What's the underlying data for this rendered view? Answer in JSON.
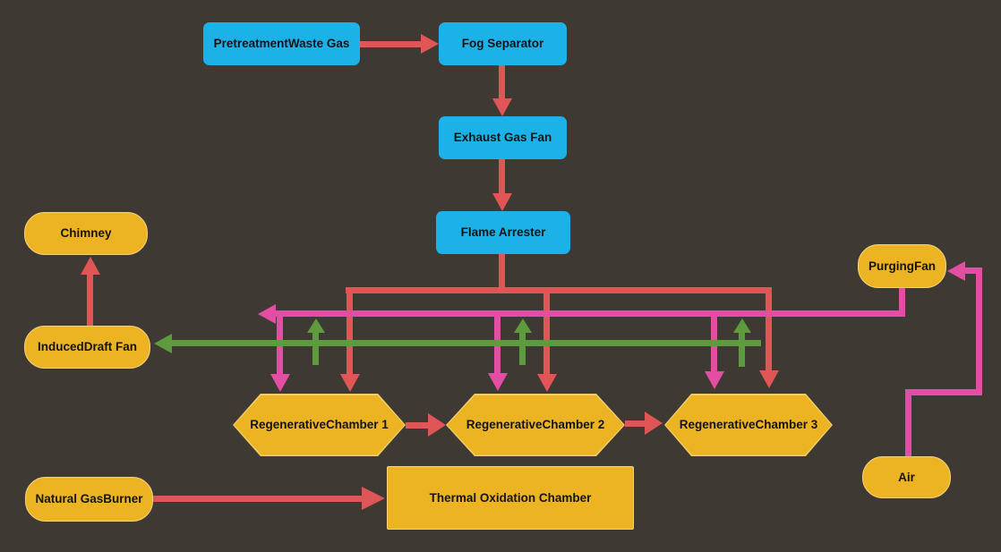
{
  "diagram": {
    "type": "process-flow",
    "colors": {
      "background": "#3e3a33",
      "process_node_fill": "#1cb2e8",
      "equipment_node_fill": "#ecb323",
      "equipment_node_border": "#f3d27b",
      "node_text": "#141414",
      "hot_gas_line": "#e05656",
      "purge_air_line": "#e44da4",
      "return_air_line": "#5e9a3e"
    },
    "nodes": {
      "pretreatment": {
        "label": "PretreatmentWaste Gas",
        "shape": "rect",
        "fill": "#1cb2e8"
      },
      "fog_separator": {
        "label": "Fog Separator",
        "shape": "rect",
        "fill": "#1cb2e8"
      },
      "exhaust_gas_fan": {
        "label": "Exhaust Gas Fan",
        "shape": "rect",
        "fill": "#1cb2e8"
      },
      "flame_arrester": {
        "label": "Flame Arrester",
        "shape": "rect",
        "fill": "#1cb2e8"
      },
      "chimney": {
        "label": "Chimney",
        "shape": "rounded",
        "fill": "#ecb323"
      },
      "induced_draft_fan": {
        "label": "InducedDraft Fan",
        "shape": "rounded",
        "fill": "#ecb323"
      },
      "purging_fan": {
        "label": "PurgingFan",
        "shape": "rounded",
        "fill": "#ecb323"
      },
      "air": {
        "label": "Air",
        "shape": "rounded",
        "fill": "#ecb323"
      },
      "natural_gas_burner": {
        "label": "Natural GasBurner",
        "shape": "rounded",
        "fill": "#ecb323"
      },
      "regen_chamber_1": {
        "label": "RegenerativeChamber 1",
        "shape": "hexagon",
        "fill": "#ecb323"
      },
      "regen_chamber_2": {
        "label": "RegenerativeChamber 2",
        "shape": "hexagon",
        "fill": "#ecb323"
      },
      "regen_chamber_3": {
        "label": "RegenerativeChamber 3",
        "shape": "hexagon",
        "fill": "#ecb323"
      },
      "thermal_oxidation_chamber": {
        "label": "Thermal Oxidation Chamber",
        "shape": "rect",
        "fill": "#ecb323"
      }
    },
    "edges": [
      {
        "from": "PretreatmentWaste Gas",
        "to": "Fog Separator",
        "color": "red"
      },
      {
        "from": "Fog Separator",
        "to": "Exhaust Gas Fan",
        "color": "red"
      },
      {
        "from": "Exhaust Gas Fan",
        "to": "Flame Arrester",
        "color": "red"
      },
      {
        "from": "Flame Arrester",
        "to": "RegenerativeChamber 1",
        "color": "red"
      },
      {
        "from": "Flame Arrester",
        "to": "RegenerativeChamber 2",
        "color": "red"
      },
      {
        "from": "Flame Arrester",
        "to": "RegenerativeChamber 3",
        "color": "red"
      },
      {
        "from": "RegenerativeChamber 1",
        "to": "RegenerativeChamber 2",
        "color": "red"
      },
      {
        "from": "RegenerativeChamber 2",
        "to": "RegenerativeChamber 3",
        "color": "red"
      },
      {
        "from": "InducedDraft Fan",
        "to": "Chimney",
        "color": "red"
      },
      {
        "from": "Natural GasBurner",
        "to": "Thermal Oxidation Chamber",
        "color": "red"
      },
      {
        "from": "PurgingFan",
        "to": "RegenerativeChamber 1",
        "color": "magenta"
      },
      {
        "from": "PurgingFan",
        "to": "RegenerativeChamber 2",
        "color": "magenta"
      },
      {
        "from": "PurgingFan",
        "to": "RegenerativeChamber 3",
        "color": "magenta"
      },
      {
        "from": "PurgingFan",
        "to": "left-manifold-end",
        "color": "magenta"
      },
      {
        "from": "Air",
        "to": "PurgingFan",
        "color": "magenta"
      },
      {
        "from": "RegenerativeChamber 1",
        "to": "InducedDraft Fan",
        "color": "green"
      },
      {
        "from": "RegenerativeChamber 2",
        "to": "InducedDraft Fan",
        "color": "green"
      },
      {
        "from": "RegenerativeChamber 3",
        "to": "InducedDraft Fan",
        "color": "green"
      }
    ]
  }
}
